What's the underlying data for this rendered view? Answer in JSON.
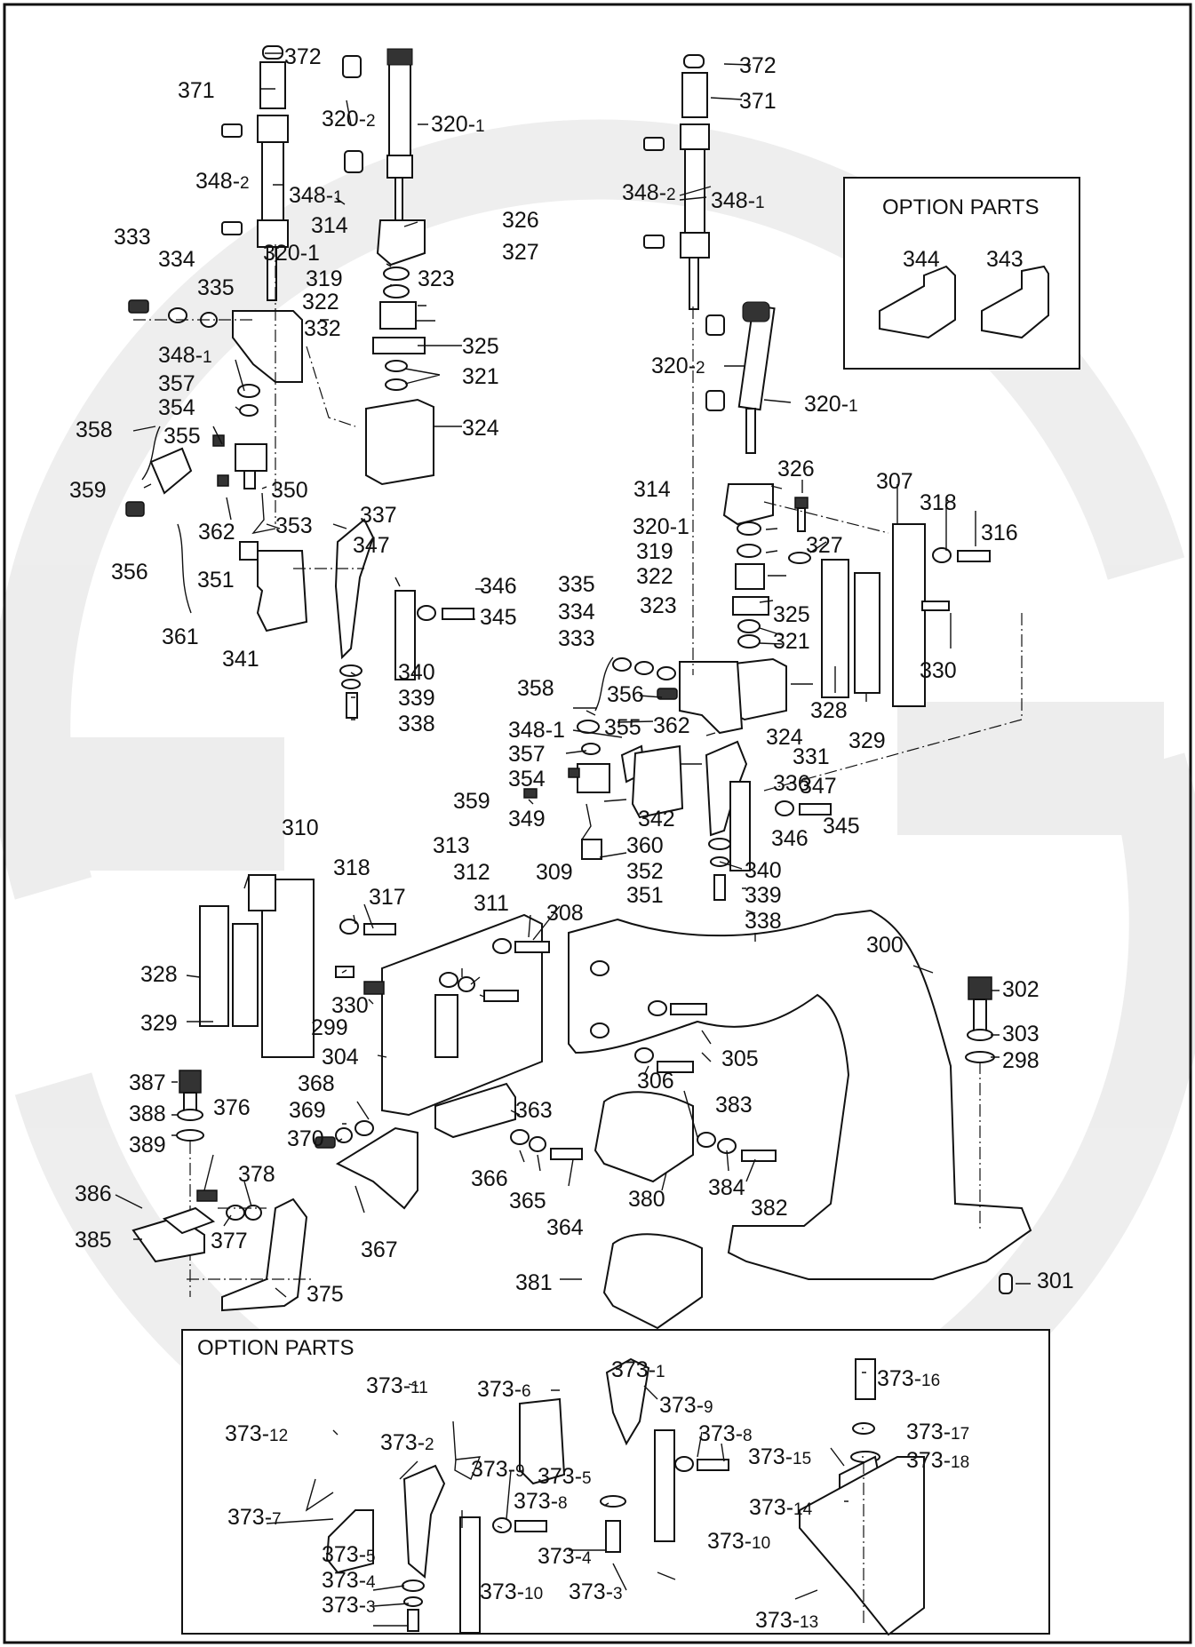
{
  "options": {
    "top_title": "OPTION PARTS",
    "bottom_title": "OPTION PARTS"
  },
  "labels": [
    {
      "id": "372a",
      "main": "372"
    },
    {
      "id": "371a",
      "main": "371"
    },
    {
      "id": "320-2a",
      "main": "320-",
      "sub": "2"
    },
    {
      "id": "320-1a",
      "main": "320-",
      "sub": "1"
    },
    {
      "id": "348-2a",
      "main": "348-",
      "sub": "2"
    },
    {
      "id": "348-1a",
      "main": "348-",
      "sub": "1"
    },
    {
      "id": "314a",
      "main": "314"
    },
    {
      "id": "326a",
      "main": "326"
    },
    {
      "id": "320-1b",
      "main": "320-1"
    },
    {
      "id": "327a",
      "main": "327"
    },
    {
      "id": "333a",
      "main": "333"
    },
    {
      "id": "334a",
      "main": "334"
    },
    {
      "id": "319a",
      "main": "319"
    },
    {
      "id": "323a",
      "main": "323"
    },
    {
      "id": "335a",
      "main": "335"
    },
    {
      "id": "322a",
      "main": "322"
    },
    {
      "id": "332a",
      "main": "332"
    },
    {
      "id": "325a",
      "main": "325"
    },
    {
      "id": "348-1b",
      "main": "348-",
      "sub": "1"
    },
    {
      "id": "321a",
      "main": "321"
    },
    {
      "id": "357a",
      "main": "357"
    },
    {
      "id": "354a",
      "main": "354"
    },
    {
      "id": "358a",
      "main": "358"
    },
    {
      "id": "355a",
      "main": "355"
    },
    {
      "id": "324a",
      "main": "324"
    },
    {
      "id": "359a",
      "main": "359"
    },
    {
      "id": "350a",
      "main": "350"
    },
    {
      "id": "362a",
      "main": "362"
    },
    {
      "id": "353a",
      "main": "353"
    },
    {
      "id": "337a",
      "main": "337"
    },
    {
      "id": "356a",
      "main": "356"
    },
    {
      "id": "347a",
      "main": "347"
    },
    {
      "id": "351a",
      "main": "351"
    },
    {
      "id": "346a",
      "main": "346"
    },
    {
      "id": "345a",
      "main": "345"
    },
    {
      "id": "361a",
      "main": "361"
    },
    {
      "id": "341a",
      "main": "341"
    },
    {
      "id": "340a",
      "main": "340"
    },
    {
      "id": "339a",
      "main": "339"
    },
    {
      "id": "338a",
      "main": "338"
    },
    {
      "id": "372b",
      "main": "372"
    },
    {
      "id": "371b",
      "main": "371"
    },
    {
      "id": "348-2b",
      "main": "348-",
      "sub": "2"
    },
    {
      "id": "348-1c",
      "main": "348-",
      "sub": "1"
    },
    {
      "id": "344a",
      "main": "344"
    },
    {
      "id": "343a",
      "main": "343"
    },
    {
      "id": "320-2b",
      "main": "320-",
      "sub": "2"
    },
    {
      "id": "320-1c",
      "main": "320-",
      "sub": "1"
    },
    {
      "id": "326b",
      "main": "326"
    },
    {
      "id": "307a",
      "main": "307"
    },
    {
      "id": "318a",
      "main": "318"
    },
    {
      "id": "314b",
      "main": "314"
    },
    {
      "id": "316a",
      "main": "316"
    },
    {
      "id": "320-1d",
      "main": "320-1"
    },
    {
      "id": "327b",
      "main": "327"
    },
    {
      "id": "319b",
      "main": "319"
    },
    {
      "id": "322b",
      "main": "322"
    },
    {
      "id": "323b",
      "main": "323"
    },
    {
      "id": "325b",
      "main": "325"
    },
    {
      "id": "335b",
      "main": "335"
    },
    {
      "id": "321b",
      "main": "321"
    },
    {
      "id": "334b",
      "main": "334"
    },
    {
      "id": "333b",
      "main": "333"
    },
    {
      "id": "330a",
      "main": "330"
    },
    {
      "id": "358b",
      "main": "358"
    },
    {
      "id": "356b",
      "main": "356"
    },
    {
      "id": "328a",
      "main": "328"
    },
    {
      "id": "324b",
      "main": "324"
    },
    {
      "id": "348-1d",
      "main": "348-1"
    },
    {
      "id": "355b",
      "main": "355"
    },
    {
      "id": "362b",
      "main": "362"
    },
    {
      "id": "329a",
      "main": "329"
    },
    {
      "id": "357b",
      "main": "357"
    },
    {
      "id": "331a",
      "main": "331"
    },
    {
      "id": "354b",
      "main": "354"
    },
    {
      "id": "336a",
      "main": "336"
    },
    {
      "id": "359b",
      "main": "359"
    },
    {
      "id": "347b",
      "main": "347"
    },
    {
      "id": "349a",
      "main": "349"
    },
    {
      "id": "342a",
      "main": "342"
    },
    {
      "id": "346b",
      "main": "346"
    },
    {
      "id": "345b",
      "main": "345"
    },
    {
      "id": "360a",
      "main": "360"
    },
    {
      "id": "352a",
      "main": "352"
    },
    {
      "id": "340b",
      "main": "340"
    },
    {
      "id": "351b",
      "main": "351"
    },
    {
      "id": "339b",
      "main": "339"
    },
    {
      "id": "338b",
      "main": "338"
    },
    {
      "id": "310a",
      "main": "310"
    },
    {
      "id": "313a",
      "main": "313"
    },
    {
      "id": "318b",
      "main": "318"
    },
    {
      "id": "312a",
      "main": "312"
    },
    {
      "id": "309a",
      "main": "309"
    },
    {
      "id": "317a",
      "main": "317"
    },
    {
      "id": "311a",
      "main": "311"
    },
    {
      "id": "308a",
      "main": "308"
    },
    {
      "id": "300a",
      "main": "300"
    },
    {
      "id": "328b",
      "main": "328"
    },
    {
      "id": "330b",
      "main": "330"
    },
    {
      "id": "302a",
      "main": "302"
    },
    {
      "id": "329b",
      "main": "329"
    },
    {
      "id": "299a",
      "main": "299"
    },
    {
      "id": "303a",
      "main": "303"
    },
    {
      "id": "305a",
      "main": "305"
    },
    {
      "id": "298a",
      "main": "298"
    },
    {
      "id": "304a",
      "main": "304"
    },
    {
      "id": "306a",
      "main": "306"
    },
    {
      "id": "387a",
      "main": "387"
    },
    {
      "id": "368a",
      "main": "368"
    },
    {
      "id": "376a",
      "main": "376"
    },
    {
      "id": "363a",
      "main": "363"
    },
    {
      "id": "383a",
      "main": "383"
    },
    {
      "id": "388a",
      "main": "388"
    },
    {
      "id": "369a",
      "main": "369"
    },
    {
      "id": "370a",
      "main": "370"
    },
    {
      "id": "389a",
      "main": "389"
    },
    {
      "id": "378a",
      "main": "378"
    },
    {
      "id": "366a",
      "main": "366"
    },
    {
      "id": "384a",
      "main": "384"
    },
    {
      "id": "386a",
      "main": "386"
    },
    {
      "id": "365a",
      "main": "365"
    },
    {
      "id": "380a",
      "main": "380"
    },
    {
      "id": "382a",
      "main": "382"
    },
    {
      "id": "377a",
      "main": "377"
    },
    {
      "id": "364a",
      "main": "364"
    },
    {
      "id": "385a",
      "main": "385"
    },
    {
      "id": "367a",
      "main": "367"
    },
    {
      "id": "375a",
      "main": "375"
    },
    {
      "id": "381a",
      "main": "381"
    },
    {
      "id": "301a",
      "main": "301"
    },
    {
      "id": "373-11",
      "main": "373-",
      "sub": "11"
    },
    {
      "id": "373-6",
      "main": "373-",
      "sub": "6"
    },
    {
      "id": "373-1",
      "main": "373-",
      "sub": "1"
    },
    {
      "id": "373-16",
      "main": "373-",
      "sub": "16"
    },
    {
      "id": "373-9a",
      "main": "373-",
      "sub": "9"
    },
    {
      "id": "373-12",
      "main": "373-",
      "sub": "12"
    },
    {
      "id": "373-2",
      "main": "373-",
      "sub": "2"
    },
    {
      "id": "373-8a",
      "main": "373-",
      "sub": "8"
    },
    {
      "id": "373-17",
      "main": "373-",
      "sub": "17"
    },
    {
      "id": "373-15",
      "main": "373-",
      "sub": "15"
    },
    {
      "id": "373-18",
      "main": "373-",
      "sub": "18"
    },
    {
      "id": "373-9b",
      "main": "373-",
      "sub": "9"
    },
    {
      "id": "373-5a",
      "main": "373-",
      "sub": "5"
    },
    {
      "id": "373-8b",
      "main": "373-",
      "sub": "8"
    },
    {
      "id": "373-7",
      "main": "373-",
      "sub": "7"
    },
    {
      "id": "373-14",
      "main": "373-",
      "sub": "14"
    },
    {
      "id": "373-10a",
      "main": "373-",
      "sub": "10"
    },
    {
      "id": "373-5b",
      "main": "373-",
      "sub": "5"
    },
    {
      "id": "373-4a",
      "main": "373-",
      "sub": "4"
    },
    {
      "id": "373-4b",
      "main": "373-",
      "sub": "4"
    },
    {
      "id": "373-3a",
      "main": "373-",
      "sub": "3"
    },
    {
      "id": "373-10b",
      "main": "373-",
      "sub": "10"
    },
    {
      "id": "373-3b",
      "main": "373-",
      "sub": "3"
    },
    {
      "id": "373-13",
      "main": "373-",
      "sub": "13"
    }
  ]
}
